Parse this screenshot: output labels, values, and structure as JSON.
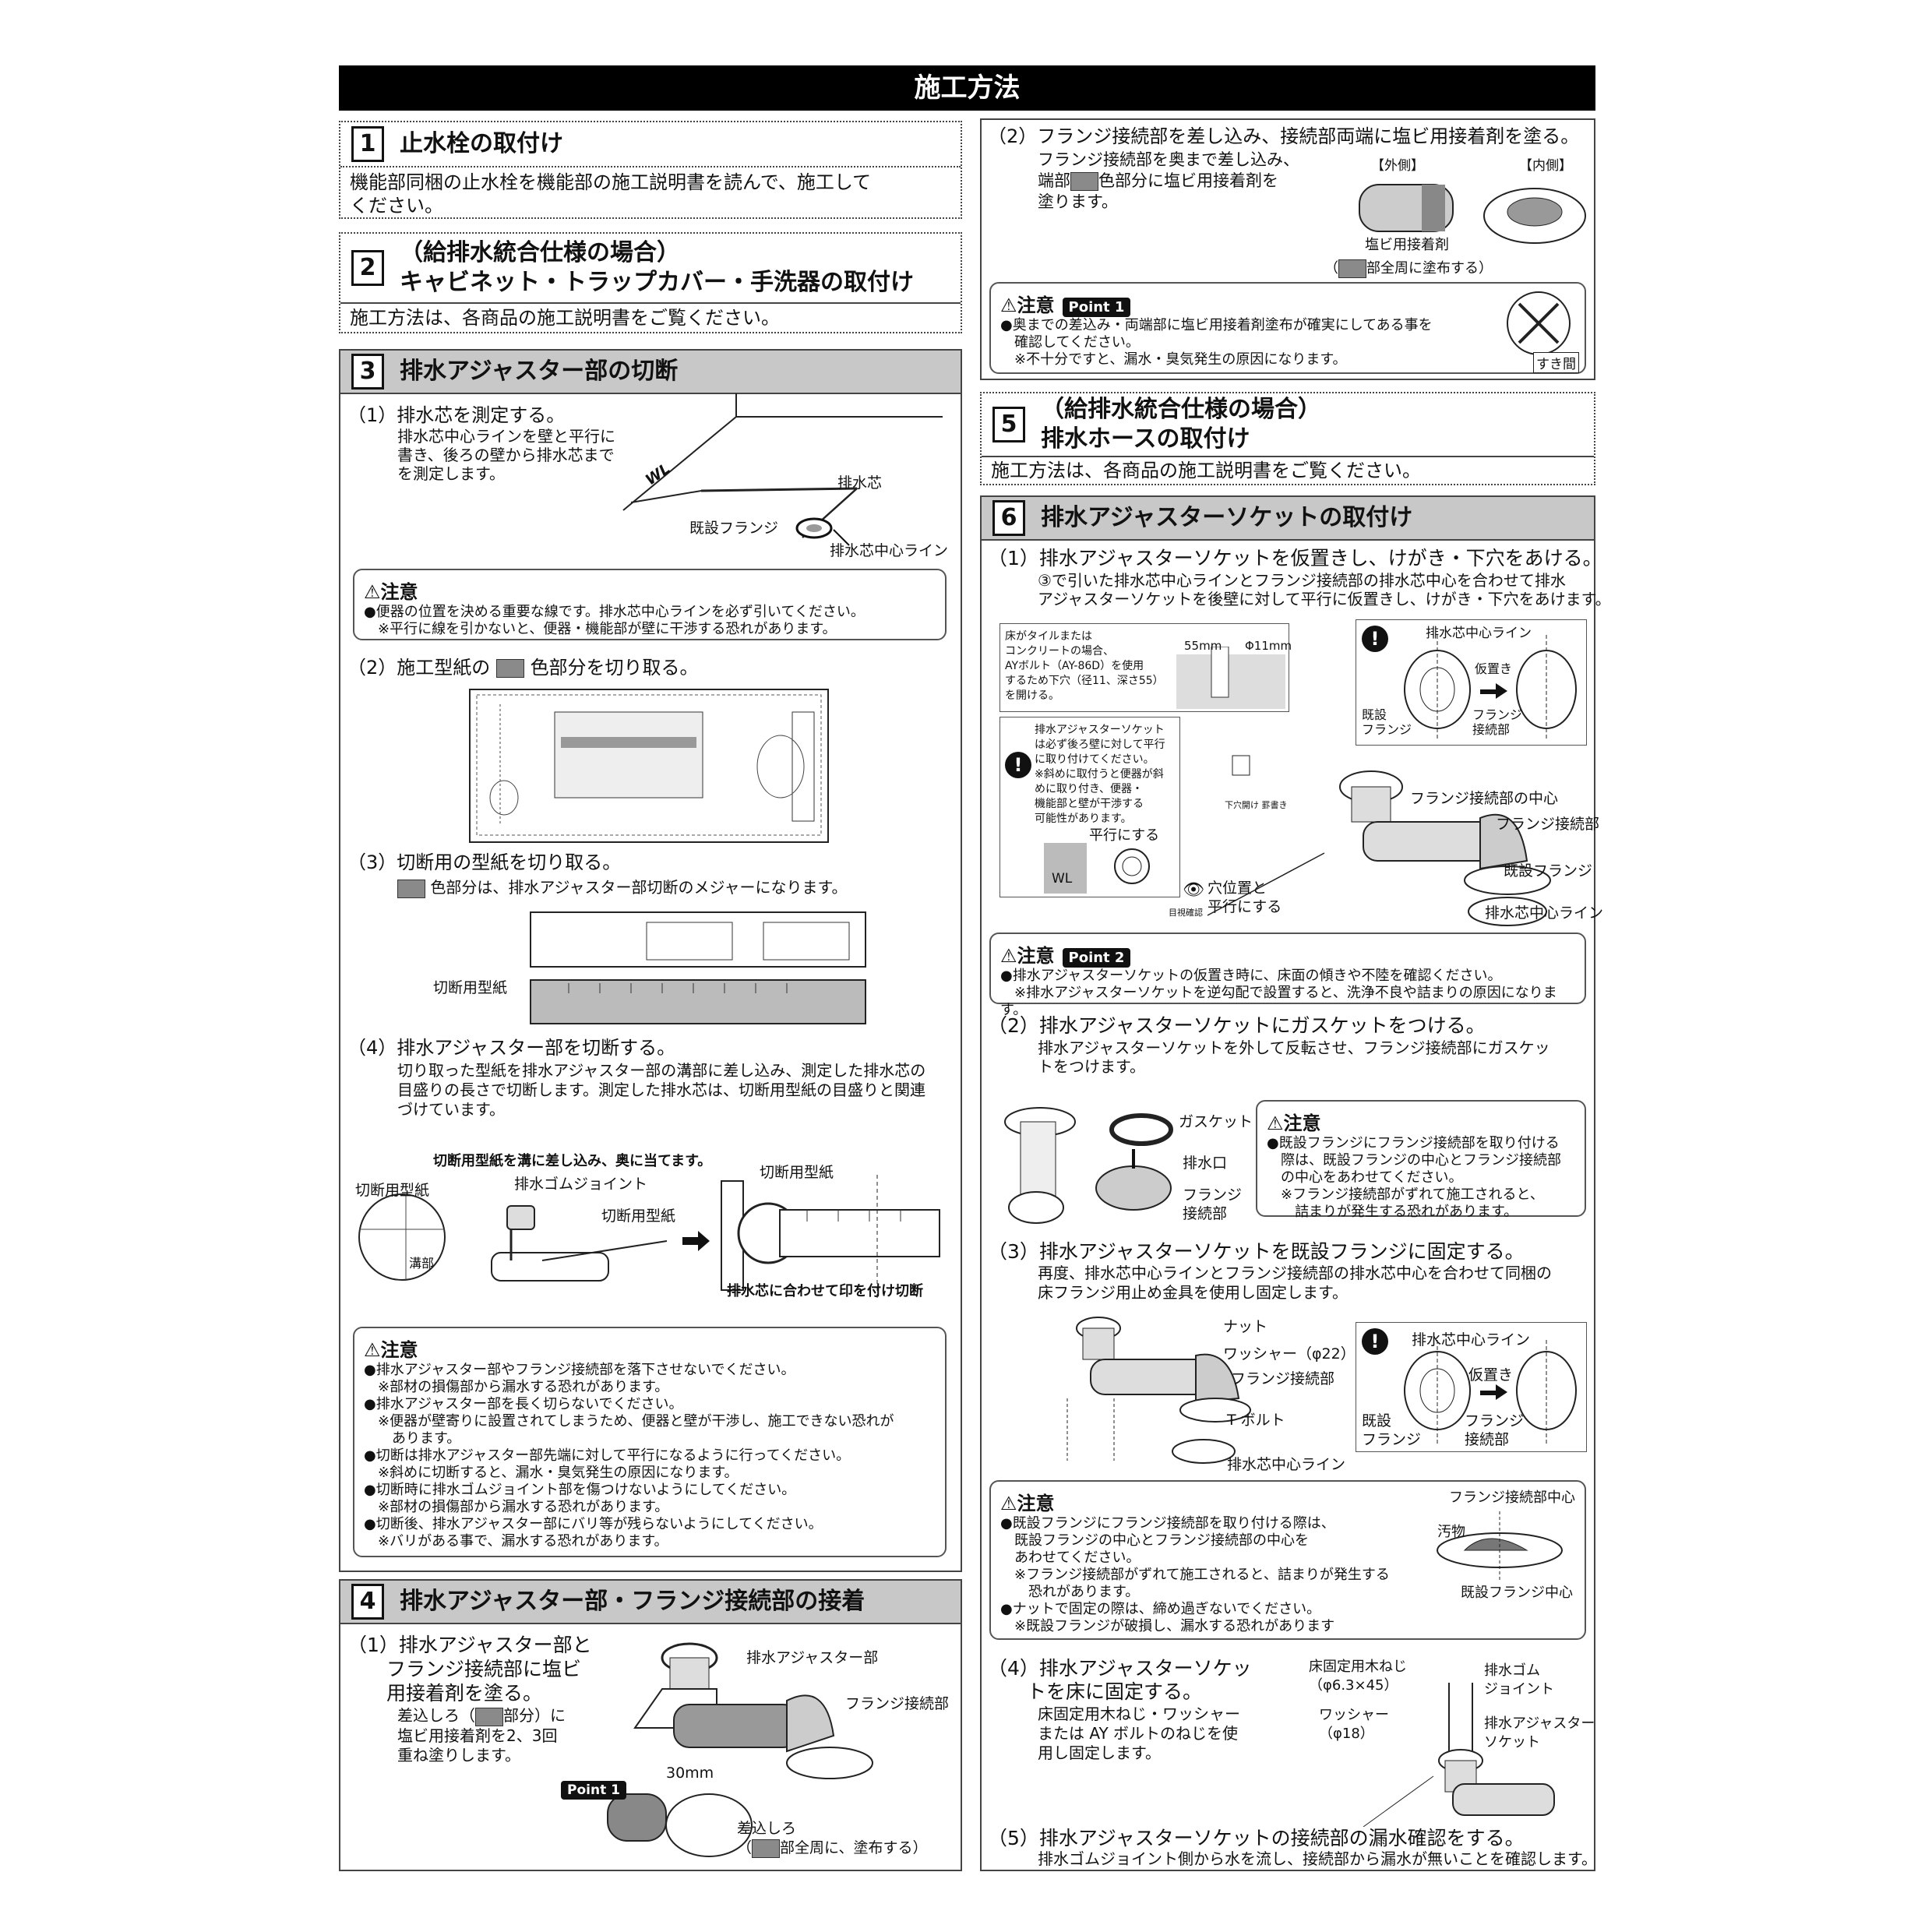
{
  "page_title": "施工方法",
  "s1": {
    "num": "1",
    "title": "止水栓の取付け",
    "text": "機能部同梱の止水栓を機能部の施工説明書を読んで、施工して\nください。"
  },
  "s2": {
    "num": "2",
    "title1": "（給排水統合仕様の場合）",
    "title2": "キャビネット・トラップカバー・手洗器の取付け",
    "text": "施工方法は、各商品の施工説明書をご覧ください。"
  },
  "s3": {
    "num": "3",
    "title": "排水アジャスター部の切断",
    "step1": "（1）排水芯を測定する。",
    "step1_desc": "排水芯中心ラインを壁と平行に\n書き、後ろの壁から排水芯まで\nを測定します。",
    "fig1_labels": {
      "wl": "WL",
      "haisuishin": "排水芯",
      "kisetsu": "既設フランジ",
      "line": "排水芯中心ライン"
    },
    "caution1_title": "注意",
    "caution1_lines": [
      "●便器の位置を決める重要な線です。排水芯中心ラインを必ず引いてください。",
      "　※平行に線を引かないと、便器・機能部が壁に干渉する恐れがあります。"
    ],
    "step2": "（2）施工型紙の",
    "step2_tail": "色部分を切り取る。",
    "step3": "（3）切断用の型紙を切り取る。",
    "step3_desc": "色部分は、排水アジャスター部切断のメジャーになります。",
    "step3_label": "切断用型紙",
    "step4": "（4）排水アジャスター部を切断する。",
    "step4_desc": "切り取った型紙を排水アジャスター部の溝部に差し込み、測定した排水芯の\n目盛りの長さで切断します。測定した排水芯は、切断用型紙の目盛りと関連\nづけています。",
    "fig4_labels": {
      "top": "切断用型紙を溝に差し込み、奥に当てます。",
      "gomu": "排水ゴムジョイント",
      "kata1": "切断用型紙",
      "kata2": "切断用型紙",
      "kata3": "切断用型紙",
      "mizo": "溝部",
      "bottom": "排水芯に合わせて印を付け切断"
    },
    "caution2_title": "注意",
    "caution2_lines": [
      "●排水アジャスター部やフランジ接続部を落下させないでください。",
      "　※部材の損傷部から漏水する恐れがあります。",
      "●排水アジャスター部を長く切らないでください。",
      "　※便器が壁寄りに設置されてしまうため、便器と壁が干渉し、施工できない恐れが",
      "　　あります。",
      "●切断は排水アジャスター部先端に対して平行になるように行ってください。",
      "　※斜めに切断すると、漏水・臭気発生の原因になります。",
      "●切断時に排水ゴムジョイント部を傷つけないようにしてください。",
      "　※部材の損傷部から漏水する恐れがあります。",
      "●切断後、排水アジャスター部にバリ等が残らないようにしてください。",
      "　※バリがある事で、漏水する恐れがあります。"
    ]
  },
  "s4": {
    "num": "4",
    "title": "排水アジャスター部・フランジ接続部の接着",
    "step1": "（1）排水アジャスター部と\n　　フランジ接続部に塩ビ\n　　用接着剤を塗る。",
    "step1_desc_a": "差込しろ（",
    "step1_desc_b": "部分）に\n塩ビ用接着剤を2、3回\n重ね塗りします。",
    "fig_labels": {
      "adj": "排水アジャスター部",
      "flange": "フランジ接続部",
      "mm": "30mm",
      "point": "Point 1",
      "sashikomi": "差込しろ",
      "zenshu": "部全周に、塗布する）"
    },
    "step2": "（2）フランジ接続部を差し込み、接続部両端に塩ビ用接着剤を塗る。",
    "step2_desc_a": "フランジ接続部を奥まで差し込み、\n端部",
    "step2_desc_b": "色部分に塩ビ用接着剤を\n塗ります。",
    "fig2_labels": {
      "outer": "【外側】",
      "inner": "【内側】",
      "enbi": "塩ビ用接着剤",
      "zenshu": "部全周に塗布する）"
    },
    "caution_title": "注意",
    "caution_point": "Point 1",
    "caution_lines": [
      "●奥までの差込み・両端部に塩ビ用接着剤塗布が確実にしてある事を",
      "　確認してください。",
      "　※不十分ですと、漏水・臭気発生の原因になります。"
    ],
    "sukima": "すき間"
  },
  "s5": {
    "num": "5",
    "title1": "（給排水統合仕様の場合）",
    "title2": "排水ホースの取付け",
    "text": "施工方法は、各商品の施工説明書をご覧ください。"
  },
  "s6": {
    "num": "6",
    "title": "排水アジャスターソケットの取付け",
    "step1": "（1）排水アジャスターソケットを仮置きし、けがき・下穴をあける。",
    "step1_desc": "③で引いた排水芯中心ラインとフランジ接続部の排水芯中心を合わせて排水\nアジャスターソケットを後壁に対して平行に仮置きし、けがき・下穴をあけます。",
    "tile_note": "床がタイルまたは\nコンクリートの場合、\nAYボルト（AY-86D）を使用\nするため下穴（径11、深さ55）\nを開ける。",
    "tile_dims": {
      "depth": "55mm",
      "dia": "Φ11mm"
    },
    "fig_a": {
      "line": "排水芯中心ライン",
      "kari": "仮置き",
      "kisetsu": "既設\nフランジ",
      "flange": "フランジ\n接続部"
    },
    "warn_note": "排水アジャスターソケット\nは必ず後ろ壁に対して平行\nに取り付けてください。\n※斜めに取付うと便器が斜\nめに取り付き、便器・\n機能部と壁が干渉する\n可能性があります。",
    "heiko": "平行にする",
    "wl": "WL",
    "fig_b": {
      "center": "フランジ接続部の中心",
      "flange": "フランジ接続部",
      "kisetsu": "既設フランジ",
      "line": "排水芯中心ライン",
      "ana": "穴位置と\n平行にする",
      "shita": "下穴開け 罫書き",
      "mokushi": "目視確認"
    },
    "caution1_point": "Point 2",
    "caution1_lines": [
      "●排水アジャスターソケットの仮置き時に、床面の傾きや不陸を確認ください。",
      "　※排水アジャスターソケットを逆勾配で設置すると、洗浄不良や詰まりの原因になります。"
    ],
    "step2": "（2）排水アジャスターソケットにガスケットをつける。",
    "step2_desc": "排水アジャスターソケットを外して反転させ、フランジ接続部にガスケッ\nトをつけます。",
    "fig2_labels": {
      "gasket": "ガスケット",
      "haisui": "排水口",
      "flange": "フランジ\n接続部"
    },
    "caution2_lines": [
      "●既設フランジにフランジ接続部を取り付ける",
      "　際は、既設フランジの中心とフランジ接続部",
      "　の中心をあわせてください。",
      "　※フランジ接続部がずれて施工されると、",
      "　　詰まりが発生する恐れがあります。"
    ],
    "step3": "（3）排水アジャスターソケットを既設フランジに固定する。",
    "step3_desc": "再度、排水芯中心ラインとフランジ接続部の排水芯中心を合わせて同梱の\n床フランジ用止め金具を使用し固定します。",
    "fig3_labels": {
      "nut": "ナット",
      "washer": "ワッシャー（φ22）",
      "flange": "フランジ接続部",
      "tbolt": "T ボルト",
      "line": "排水芯中心ライン"
    },
    "caution3_lines": [
      "●既設フランジにフランジ接続部を取り付ける際は、",
      "　既設フランジの中心とフランジ接続部の中心を",
      "　あわせてください。",
      "　※フランジ接続部がずれて施工されると、詰まりが発生する",
      "　　恐れがあります。",
      "●ナットで固定の際は、締め過ぎないでください。",
      "　※既設フランジが破損し、漏水する恐れがあります"
    ],
    "caution3_fig": {
      "center": "フランジ接続部中心",
      "oshi": "汚物",
      "kisetsu": "既設フランジ中心"
    },
    "step4": "（4）排水アジャスターソケッ\n　　トを床に固定する。",
    "step4_desc": "床固定用木ねじ・ワッシャー\nまたは AY ボルトのねじを使\n用し固定します。",
    "fig4_labels": {
      "screw": "床固定用木ねじ\n（φ6.3×45）",
      "washer": "ワッシャー\n（φ18）",
      "gomu": "排水ゴム\nジョイント",
      "socket": "排水アジャスター\nソケット"
    },
    "step5": "（5）排水アジャスターソケットの接続部の漏水確認をする。",
    "step5_desc": "排水ゴムジョイント側から水を流し、接続部から漏水が無いことを確認します。"
  },
  "caution_word": "注意"
}
